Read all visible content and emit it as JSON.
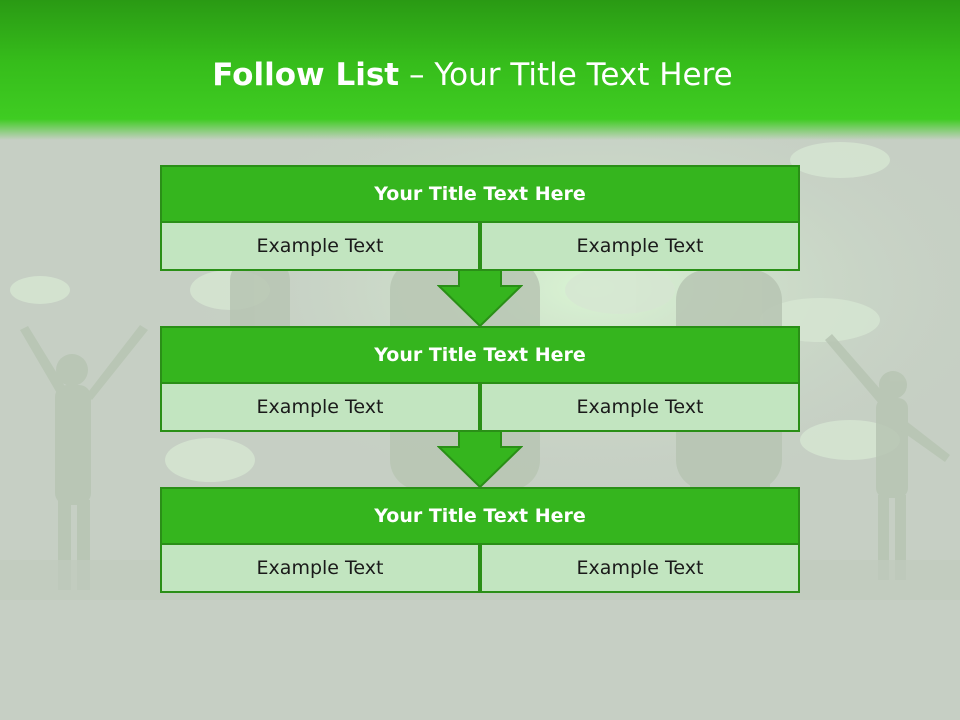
{
  "slide": {
    "title_bold": "Follow List",
    "title_rest": " – Your Title Text Here"
  },
  "blocks": [
    {
      "title": "Your Title Text Here",
      "left": "Example Text",
      "right": "Example Text"
    },
    {
      "title": "Your Title Text Here",
      "left": "Example Text",
      "right": "Example Text"
    },
    {
      "title": "Your Title Text Here",
      "left": "Example Text",
      "right": "Example Text"
    }
  ],
  "colors": {
    "header_green": "#36bd1b",
    "block_title_green": "#35b51e",
    "cell_green": "#c2e5c0",
    "border_green": "#2a8f17"
  }
}
